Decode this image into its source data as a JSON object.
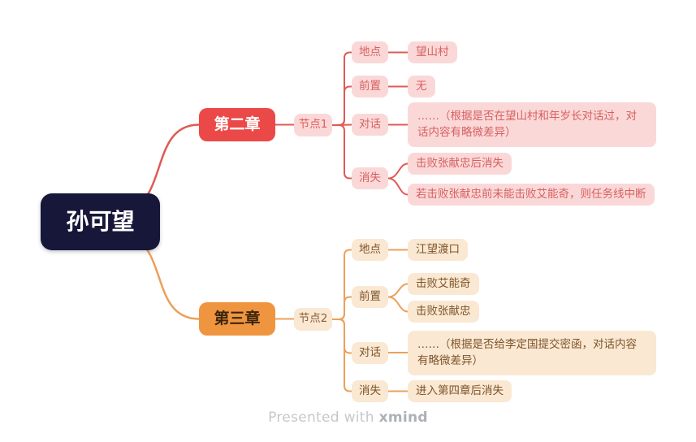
{
  "diagram_type": "mindmap",
  "root": {
    "label": "孙可望"
  },
  "branches": [
    {
      "chapter": {
        "label": "第二章"
      },
      "node": {
        "label": "节点1"
      },
      "groups": [
        {
          "label": "地点",
          "items": [
            "望山村"
          ]
        },
        {
          "label": "前置",
          "items": [
            "无"
          ]
        },
        {
          "label": "对话",
          "items": [
            "……（根据是否在望山村和年岁长对话过，对话内容有略微差异）"
          ]
        },
        {
          "label": "消失",
          "items": [
            "击败张献忠后消失",
            "若击败张献忠前未能击败艾能奇，则任务线中断"
          ]
        }
      ]
    },
    {
      "chapter": {
        "label": "第三章"
      },
      "node": {
        "label": "节点2"
      },
      "groups": [
        {
          "label": "地点",
          "items": [
            "江望渡口"
          ]
        },
        {
          "label": "前置",
          "items": [
            "击败艾能奇",
            "击败张献忠"
          ]
        },
        {
          "label": "对话",
          "items": [
            "……（根据是否给李定国提交密函，对话内容有略微差异）"
          ]
        },
        {
          "label": "消失",
          "items": [
            "进入第四章后消失"
          ]
        }
      ]
    }
  ],
  "footer": {
    "prefix": "Presented with",
    "brand": "xmind"
  },
  "colors": {
    "root_bg": "#17173A",
    "chapter2_bg": "#EB4848",
    "chapter2_line": "#DE5B54",
    "chapter2_leaf_bg": "#FBD8D8",
    "chapter2_leaf_text": "#D66060",
    "chapter3_bg": "#F0953F",
    "chapter3_line": "#ECA05A",
    "chapter3_leaf_bg": "#FAE8D3",
    "chapter3_leaf_text": "#7E5428",
    "background": "#FFFFFF"
  }
}
